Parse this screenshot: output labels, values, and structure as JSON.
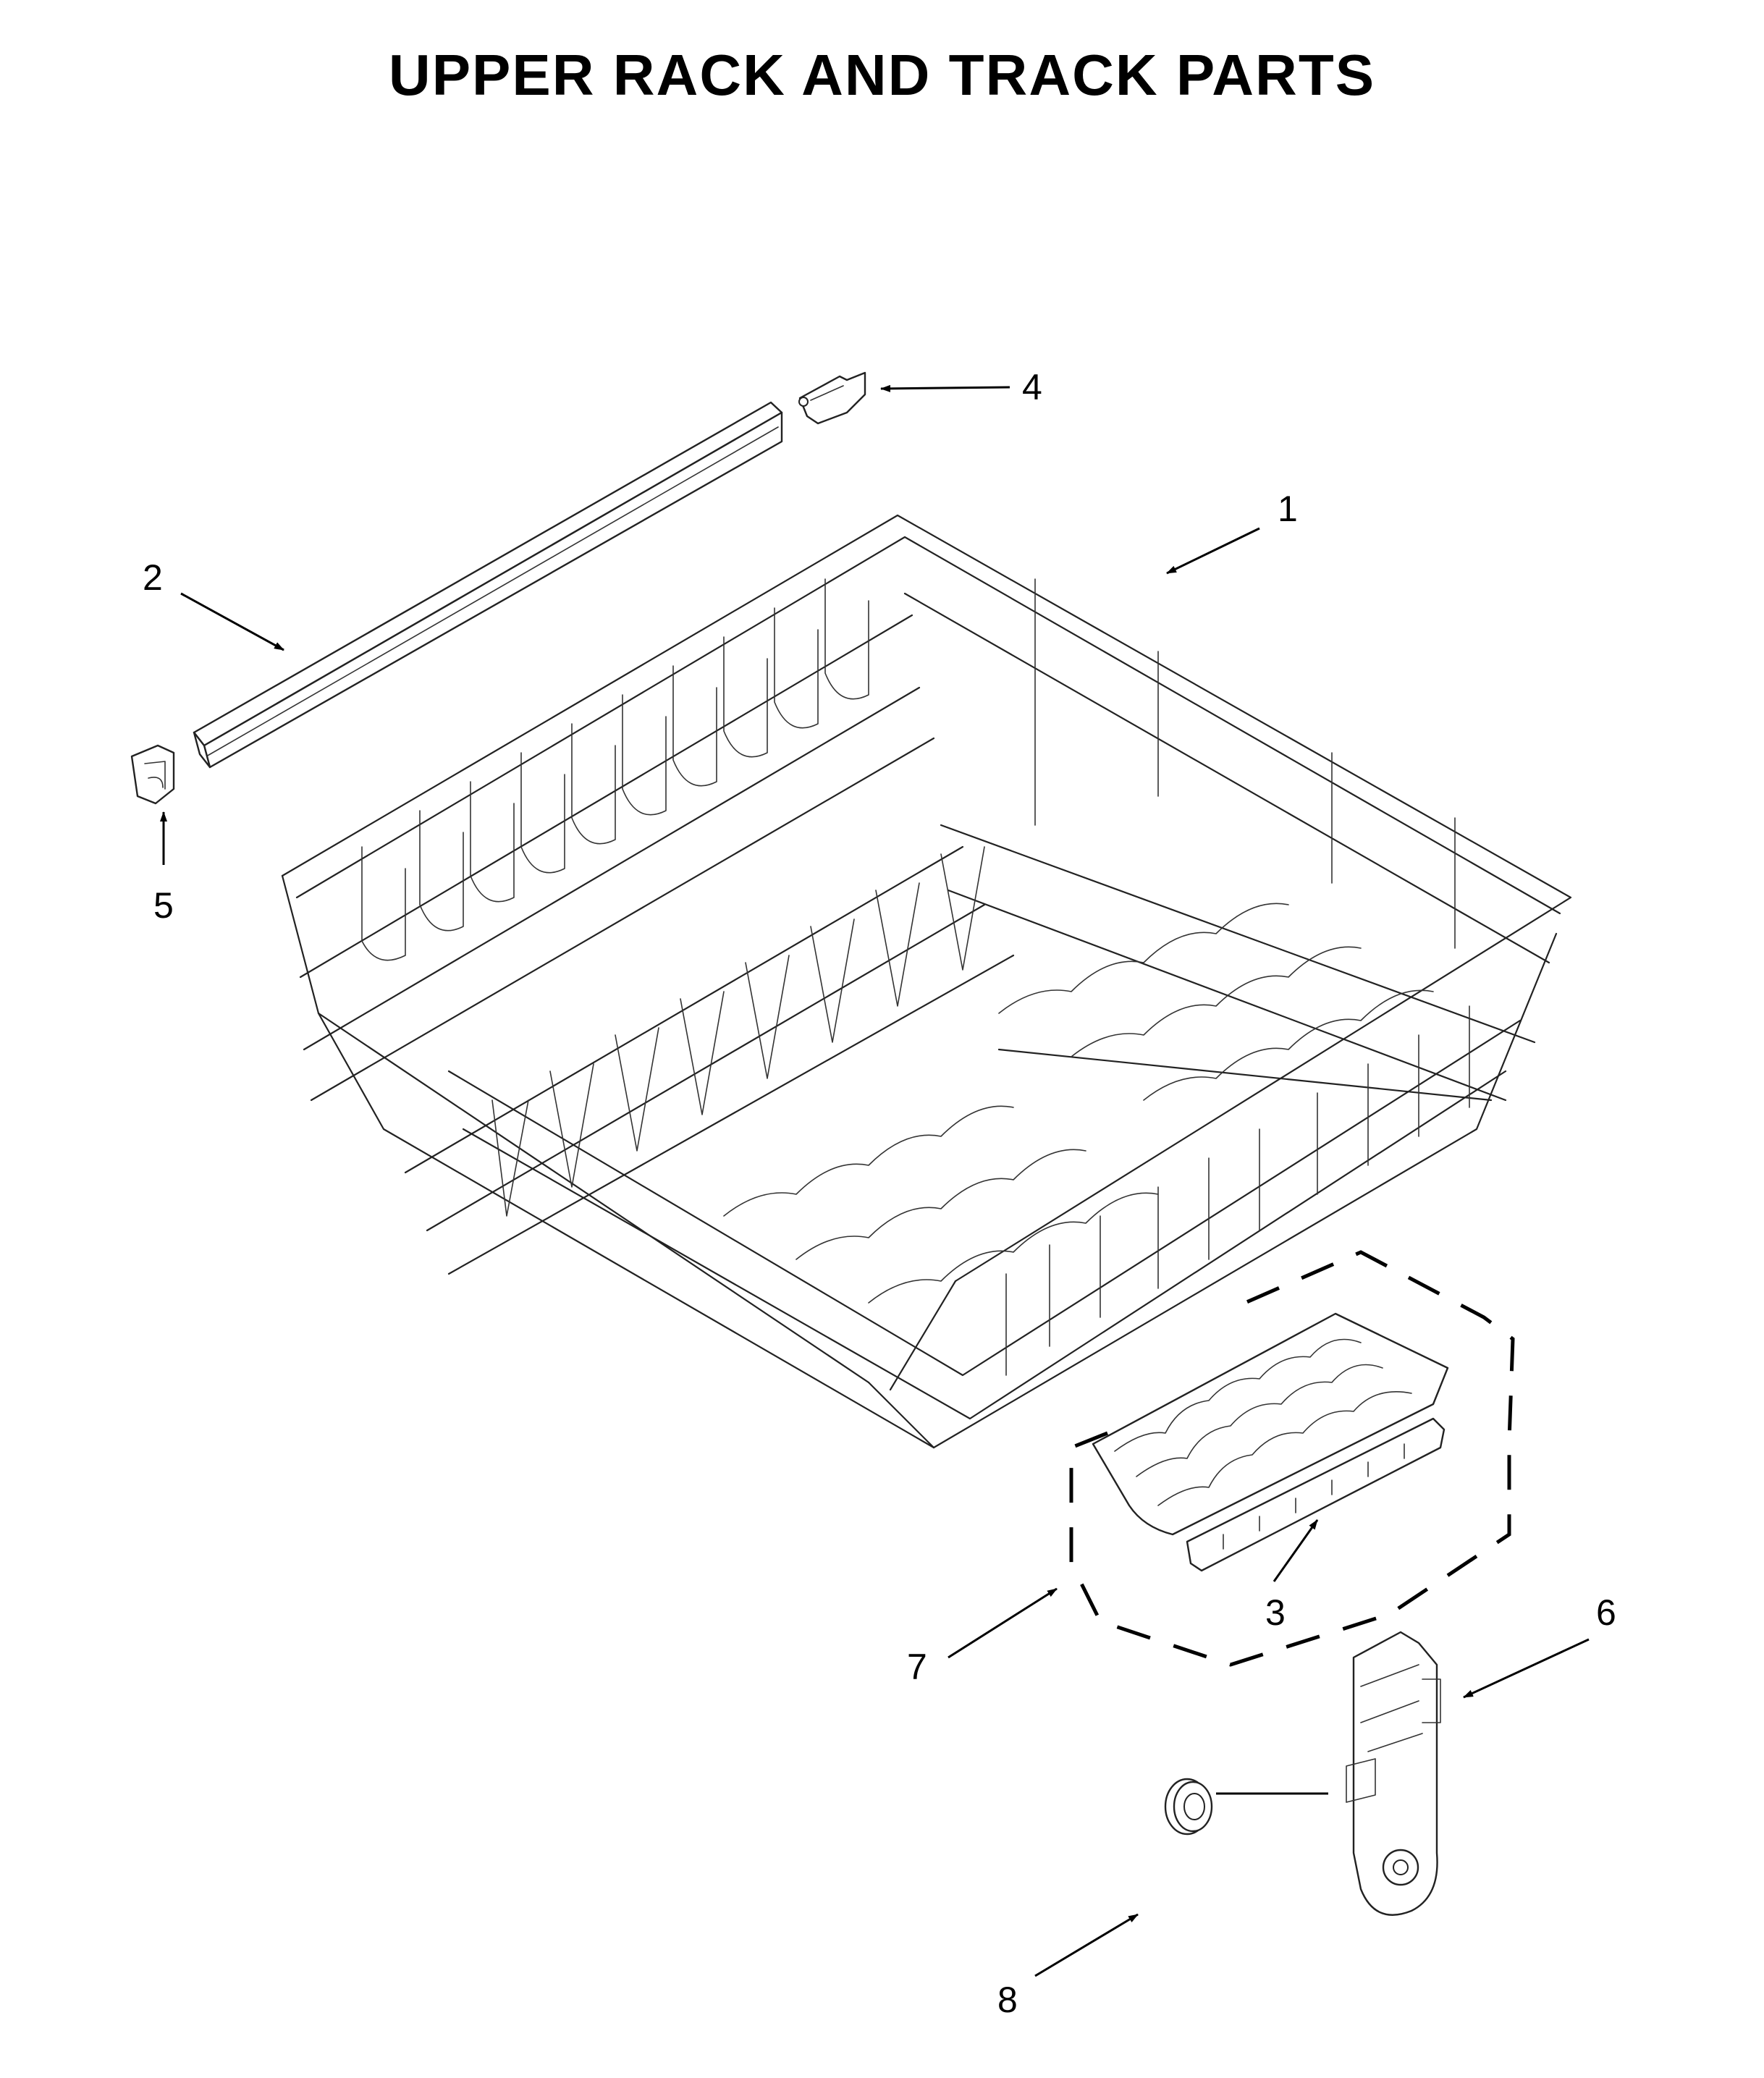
{
  "title": "UPPER RACK AND TRACK PARTS",
  "callouts": [
    {
      "id": "1",
      "label": "1"
    },
    {
      "id": "2",
      "label": "2"
    },
    {
      "id": "3",
      "label": "3"
    },
    {
      "id": "4",
      "label": "4"
    },
    {
      "id": "5",
      "label": "5"
    },
    {
      "id": "6",
      "label": "6"
    },
    {
      "id": "7",
      "label": "7"
    },
    {
      "id": "8",
      "label": "8"
    }
  ]
}
